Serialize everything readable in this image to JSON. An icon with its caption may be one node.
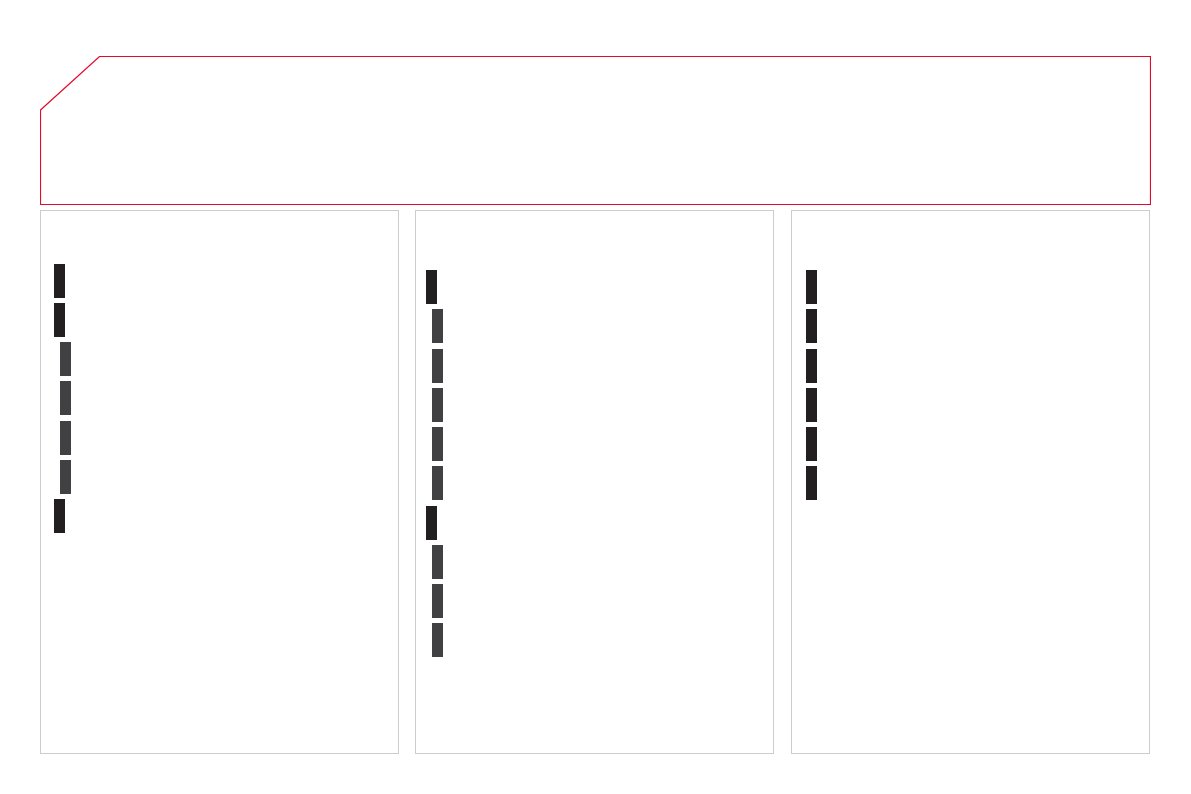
{
  "diagram": {
    "nodes": [
      {
        "text": [],
        "shape": "box"
      },
      {
        "text": [],
        "shape": "box"
      },
      {
        "text": [],
        "shape": "bar",
        "in": 1
      },
      {
        "text": [],
        "shape": "bar",
        "in": 1
      },
      {
        "text": [],
        "shape": "bar",
        "in": 1
      },
      {
        "text": [],
        "shape": "bar",
        "in": 1
      },
      {
        "text": [],
        "shape": "bar",
        "in": 1
      },
      {
        "text": [],
        "shape": "bar",
        "in": 1
      },
      {
        "text": [],
        "shape": "bar",
        "in": 1
      },
      {
        "text": [],
        "shape": "box"
      },
      {
        "text": [],
        "shape": "bar",
        "in": 9
      },
      {
        "text": [],
        "shape": "bar",
        "in": 9
      },
      {
        "text": [],
        "shape": "bar",
        "in": 9
      },
      {
        "text": [],
        "shape": "bar",
        "in": 9
      },
      {
        "text": [],
        "shape": "bar",
        "in": 9
      },
      {
        "text": [],
        "shape": "bar",
        "in": 9
      },
      {
        "text": [],
        "shape": "bar",
        "in": 9
      },
      {
        "text": [],
        "shape": "bar",
        "in": 9
      },
      {
        "text": [],
        "shape": "bar",
        "in": 9
      },
      {
        "text": [],
        "shape": "bar",
        "in": 9
      },
      {
        "text": [],
        "shape": "box"
      },
      {
        "text": [],
        "shape": "bar",
        "in": 20
      },
      {
        "text": [],
        "shape": "bar",
        "in": 20
      },
      {
        "text": [],
        "shape": "bar",
        "in": 20
      },
      {
        "text": [],
        "shape": "bar",
        "in": 20
      },
      {
        "text": [],
        "shape": "bar",
        "in": 20
      },
      {
        "text": [],
        "shape": "bar",
        "in": 20
      }
    ]
  }
}
